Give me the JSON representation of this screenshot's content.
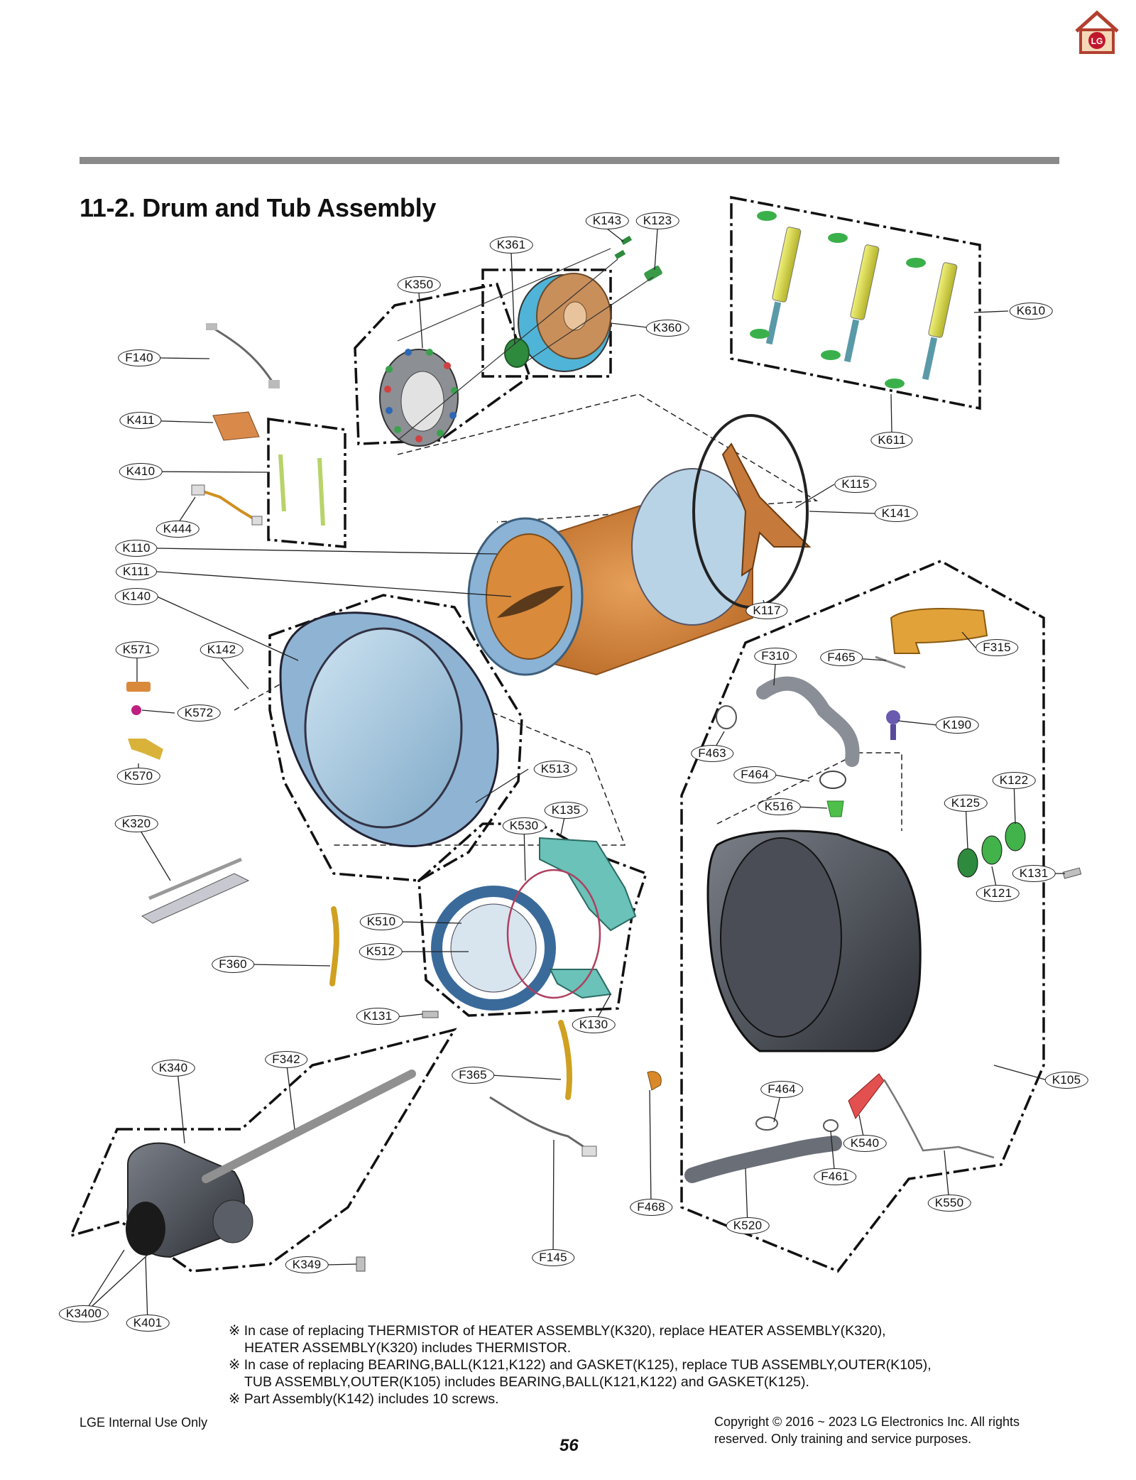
{
  "page": {
    "title": "11-2. Drum and Tub Assembly",
    "page_number": "56",
    "footer_left": "LGE Internal Use Only",
    "copyright_line1": "Copyright © 2016 ~ 2023 LG Electronics Inc. All rights",
    "copyright_line2": "reserved. Only training and service purposes.",
    "brand_logo_text": "LG"
  },
  "notes": [
    "※ In case of replacing THERMISTOR of HEATER ASSEMBLY(K320), replace HEATER ASSEMBLY(K320),",
    "HEATER ASSEMBLY(K320) includes THERMISTOR.",
    "※ In case of replacing BEARING,BALL(K121,K122) and GASKET(K125), replace TUB ASSEMBLY,OUTER(K105),",
    "TUB ASSEMBLY,OUTER(K105) includes BEARING,BALL(K121,K122) and GASKET(K125).",
    "※ Part Assembly(K142) includes 10 screws."
  ],
  "part_labels": {
    "K143": "K143",
    "K123": "K123",
    "K361": "K361",
    "K350": "K350",
    "K360": "K360",
    "K610": "K610",
    "K611": "K611",
    "F140": "F140",
    "K411": "K411",
    "K410": "K410",
    "K444": "K444",
    "K115": "K115",
    "K141": "K141",
    "K110": "K110",
    "K111": "K111",
    "K140": "K140",
    "K117": "K117",
    "F315": "F315",
    "K571": "K571",
    "K142": "K142",
    "F310": "F310",
    "F465": "F465",
    "K572": "K572",
    "K190": "K190",
    "F463": "F463",
    "K570": "K570",
    "K513": "K513",
    "F464a": "F464",
    "K122": "K122",
    "K516": "K516",
    "K125": "K125",
    "K135": "K135",
    "K320": "K320",
    "K530": "K530",
    "K131a": "K131",
    "K121": "K121",
    "K510": "K510",
    "K512": "K512",
    "F360": "F360",
    "K131b": "K131",
    "K130": "K130",
    "K340": "K340",
    "F342": "F342",
    "F365": "F365",
    "K105": "K105",
    "F464b": "F464",
    "K540": "K540",
    "F461": "F461",
    "F468": "F468",
    "K550": "K550",
    "K520": "K520",
    "K349": "K349",
    "F145": "F145",
    "K3400": "K3400",
    "K401": "K401"
  },
  "colors": {
    "drum_orange": "#d5873a",
    "tub_blue": "#a9cce2",
    "tub_dark": "#3a3d44",
    "shock_yellow": "#d8d845",
    "gasket_green": "#42b24a",
    "header_rule": "#8a8a8a",
    "logo_red": "#c0172d"
  }
}
